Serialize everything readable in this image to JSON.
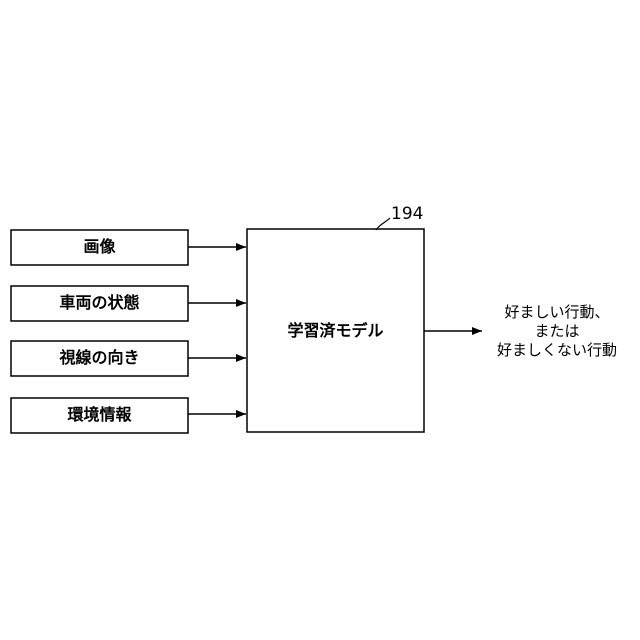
{
  "inputs": [
    {
      "label": "画像"
    },
    {
      "label": "車両の状態"
    },
    {
      "label": "視線の向き"
    },
    {
      "label": "環境情報"
    }
  ],
  "model": {
    "label": "学習済モデル",
    "ref_number": "194"
  },
  "output": {
    "lines": [
      "好ましい行動、",
      "または",
      "好ましくない行動"
    ]
  }
}
